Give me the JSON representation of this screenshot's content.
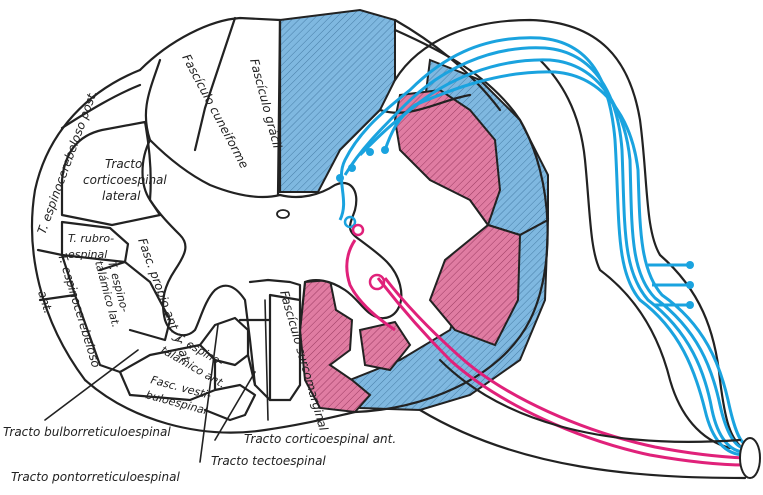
{
  "labels": {
    "fasciculo_gracil": "Fascículo grácil",
    "fasciculo_cuneiforme": "Fascículo cuneiforme",
    "espinocerebeloso_post": "T. espinocerebeloso post.",
    "corticoespinal_lateral_1": "Tracto",
    "corticoespinal_lateral_2": "corticoespinal",
    "corticoespinal_lateral_3": "lateral",
    "rubroespinal_1": "T. rubro-",
    "rubroespinal_2": "espinal",
    "fasc_propio": "Fasc. propio ant. y lat.",
    "espinocerebeloso_ant_1": "T. espinocerebeloso",
    "espinocerebeloso_ant_2": "ant.",
    "espinotalamico_lat_1": "T. espino-",
    "espinotalamico_lat_2": "talámico lat.",
    "espinotalamico_ant_1": "T. espino-",
    "espinotalamico_ant_2": "talámico ant.",
    "vestibuloespinal_1": "Fasc. vesti-",
    "vestibuloespinal_2": "buloespinal",
    "surcomarginal": "Fascículo surcomarginal",
    "bulborreticuloespinal": "Tracto bulborreticuloespinal",
    "pontorreticuloespinal": "Tracto pontorreticuloespinal",
    "tectoespinal": "Tracto tectoespinal",
    "corticoespinal_ant": "Tracto corticoespinal ant."
  },
  "colors": {
    "outline": "#222222",
    "blue_fill": "#7fb8e0",
    "blue_fiber": "#1aa3df",
    "pink_fill": "#e07ca2",
    "pink_fiber": "#e0217a"
  }
}
